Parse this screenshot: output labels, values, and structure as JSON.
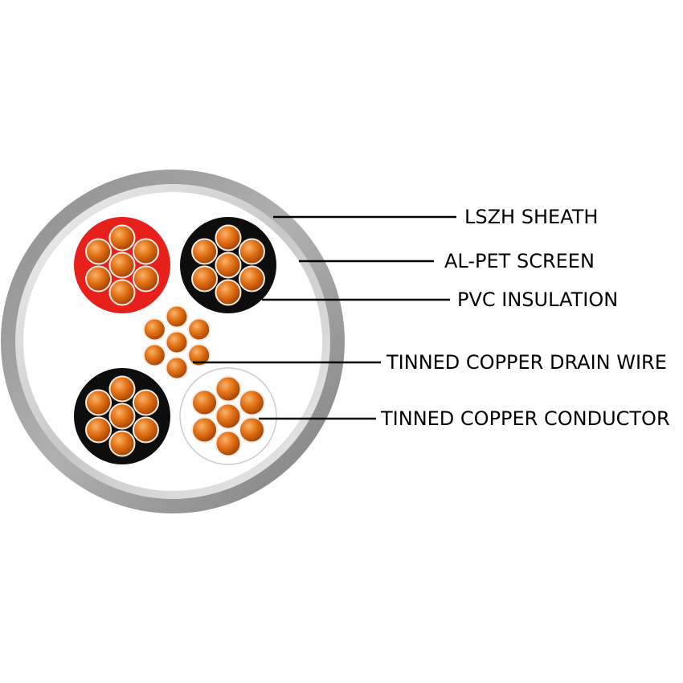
{
  "labels": {
    "sheath": "LSZH SHEATH",
    "screen": "AL-PET SCREEN",
    "insulation": "PVC INSULATION",
    "drain_wire": "TINNED COPPER DRAIN WIRE",
    "conductor": "TINNED COPPER CONDUCTOR"
  },
  "colors": {
    "sheath": "#9a9a9a",
    "screen": "#d9d9d9",
    "core_red": "#e8201c",
    "core_black": "#0d0d0d",
    "core_white": "#ffffff",
    "copper": "#d9620c",
    "leader_line": "#000000"
  },
  "cores": [
    {
      "name": "core-red",
      "insulation": "core_red"
    },
    {
      "name": "core-black-top",
      "insulation": "core_black"
    },
    {
      "name": "core-black-bottom",
      "insulation": "core_black"
    },
    {
      "name": "core-white",
      "insulation": "core_white"
    }
  ]
}
